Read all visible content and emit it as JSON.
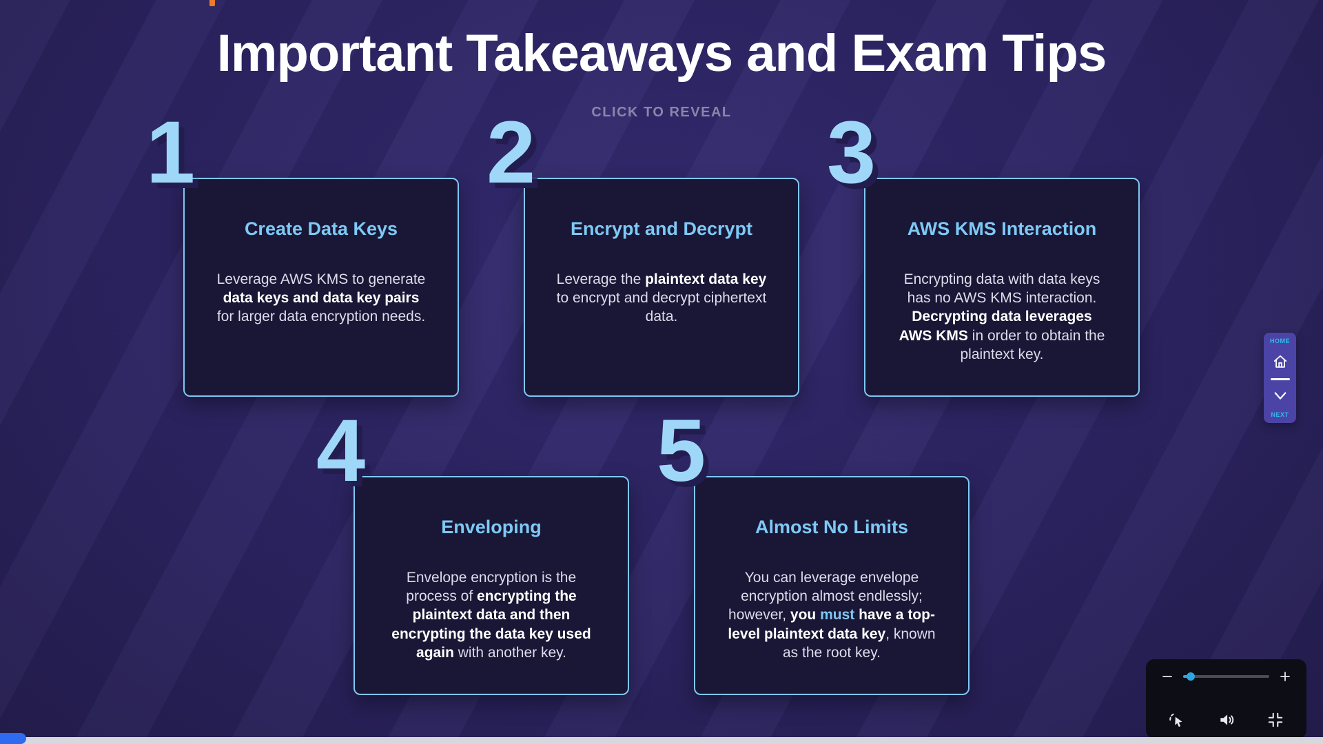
{
  "page": {
    "title": "Important Takeaways and Exam Tips",
    "subtitle": "CLICK TO REVEAL"
  },
  "cards": [
    {
      "number": "1",
      "title": "Create Data Keys",
      "body": [
        {
          "t": "Leverage AWS KMS to generate "
        },
        {
          "t": "data keys and data key pairs",
          "b": true
        },
        {
          "t": " for larger data encryption needs."
        }
      ]
    },
    {
      "number": "2",
      "title": "Encrypt and Decrypt",
      "body": [
        {
          "t": "Leverage the "
        },
        {
          "t": "plaintext data key",
          "b": true
        },
        {
          "t": " to encrypt and decrypt ciphertext data."
        }
      ]
    },
    {
      "number": "3",
      "title": "AWS KMS Interaction",
      "body": [
        {
          "t": "Encrypting data with data keys has no AWS KMS interaction. "
        },
        {
          "t": "Decrypting data leverages AWS KMS",
          "b": true
        },
        {
          "t": " in order to obtain the plaintext key."
        }
      ]
    },
    {
      "number": "4",
      "title": "Enveloping",
      "body": [
        {
          "t": "Envelope encryption is the process of "
        },
        {
          "t": "encrypting the plaintext data and then encrypting the data key used again",
          "b": true
        },
        {
          "t": " with another key."
        }
      ]
    },
    {
      "number": "5",
      "title": "Almost No Limits",
      "body": [
        {
          "t": "You can leverage envelope encryption almost endlessly; however, "
        },
        {
          "t": "you ",
          "b": true
        },
        {
          "t": "must",
          "b": true,
          "a": true
        },
        {
          "t": " have a top-level plaintext data key",
          "b": true
        },
        {
          "t": ", known as the root key."
        }
      ]
    }
  ],
  "side_nav": {
    "home_label": "HOME",
    "next_label": "NEXT",
    "icons": [
      "home-icon",
      "chevron-down-icon"
    ]
  },
  "player": {
    "zoom_percent": 9,
    "icons": [
      "minus-icon",
      "plus-icon",
      "cursor-click-icon",
      "speaker-icon",
      "compress-icon"
    ]
  },
  "progress": {
    "percent": 2
  },
  "colors": {
    "accent": "#7ec8f5",
    "background": "#2d2566",
    "card_bg": "#191735",
    "number": "#9fd7f8",
    "nav_bg": "#4b44a6",
    "nav_label": "#35b7f0",
    "slider_fill": "#2ea7e0",
    "progress_fill": "#2e6bf0"
  }
}
